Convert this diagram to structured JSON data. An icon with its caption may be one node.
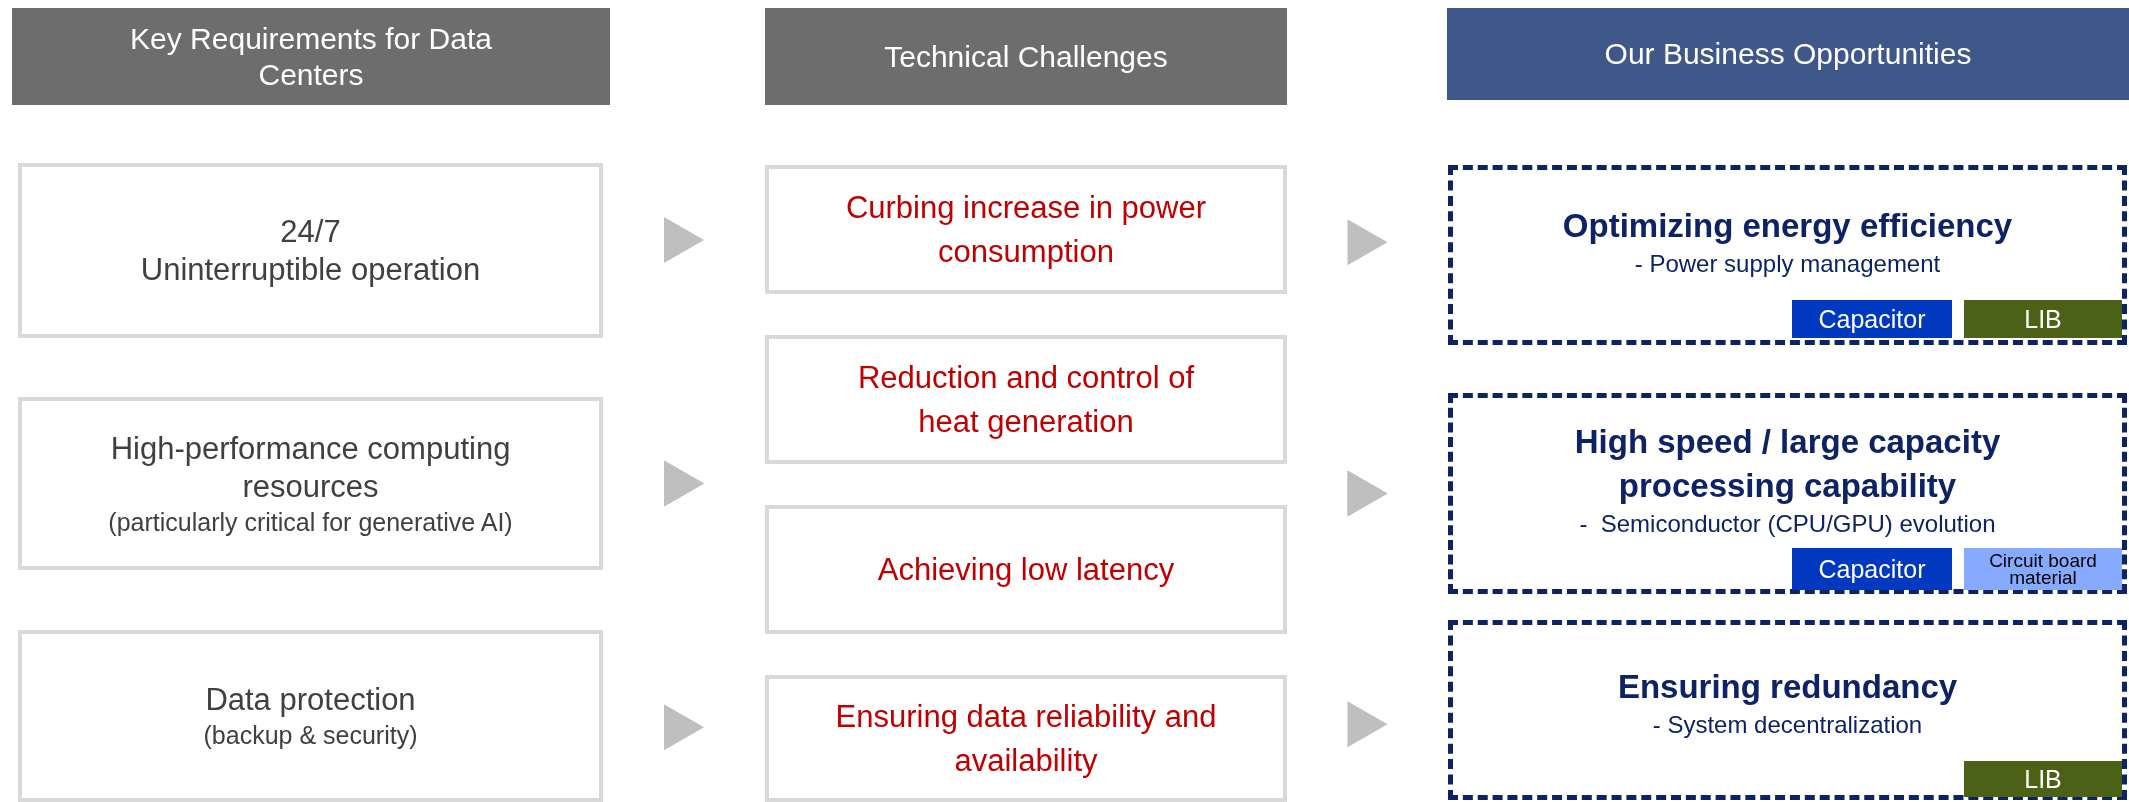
{
  "diagram": {
    "nodes": [
      {
        "text": [
          "Key Requirements for Data Centers"
        ]
      },
      {
        "text": [
          "Technical Challenges"
        ]
      },
      {
        "text": [
          "Our Business Opportunities"
        ]
      },
      {
        "text": [
          "24/7",
          "Uninterruptible operation"
        ]
      },
      {
        "text": [
          "High-performance computing resources",
          "(particularly critical for generative AI)"
        ]
      },
      {
        "text": [
          "Data protection",
          "(backup & security)"
        ]
      },
      {
        "text": [
          "Curbing increase in power consumption"
        ]
      },
      {
        "text": [
          "Reduction and control of heat generation"
        ]
      },
      {
        "text": [
          "Achieving low latency"
        ]
      },
      {
        "text": [
          "Ensuring data reliability and availability"
        ]
      },
      {
        "text": [
          "Optimizing energy efficiency",
          "- Power supply management"
        ]
      },
      {
        "text": [
          "Capacitor"
        ],
        "in": 10
      },
      {
        "text": [
          "LIB"
        ],
        "in": 10
      },
      {
        "text": [
          "High speed / large capacity processing capability",
          "-  Semiconductor (CPU/GPU) evolution"
        ]
      },
      {
        "text": [
          "Capacitor"
        ],
        "in": 13
      },
      {
        "text": [
          "Circuit board material"
        ],
        "in": 13
      },
      {
        "text": [
          "Ensuring redundancy",
          "- System decentralization"
        ]
      },
      {
        "text": [
          "LIB"
        ],
        "in": 16
      }
    ],
    "edges": [
      {
        "from": 3,
        "to": 6,
        "arrow": "to"
      },
      {
        "from": 4,
        "to": 7,
        "arrow": "to"
      },
      {
        "from": 4,
        "to": 8,
        "arrow": "to"
      },
      {
        "from": 5,
        "to": 9,
        "arrow": "to"
      },
      {
        "from": 6,
        "to": 10,
        "arrow": "to"
      },
      {
        "from": 7,
        "to": 13,
        "arrow": "to"
      },
      {
        "from": 8,
        "to": 13,
        "arrow": "to"
      },
      {
        "from": 9,
        "to": 16,
        "arrow": "to"
      }
    ]
  }
}
